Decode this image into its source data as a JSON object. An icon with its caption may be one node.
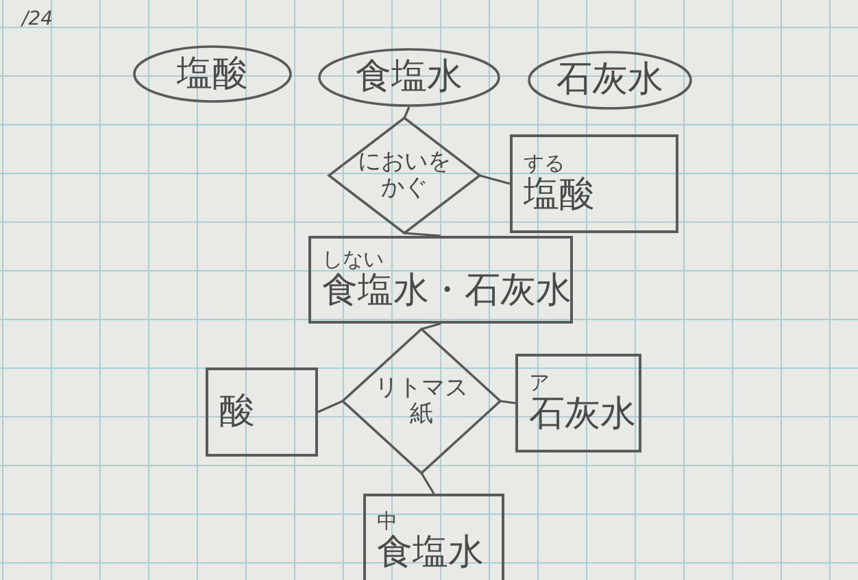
{
  "diagram": {
    "nodes": [
      {
        "text": [
          "塩酸"
        ]
      },
      {
        "text": [
          "食塩水"
        ]
      },
      {
        "text": [
          "石灰水"
        ]
      },
      {
        "text": [
          "においをかぐ"
        ]
      },
      {
        "text": [
          "する",
          "塩酸"
        ]
      },
      {
        "text": [
          "しない",
          "食塩水・石灰水"
        ]
      },
      {
        "text": [
          "リトマス紙"
        ]
      },
      {
        "text": [
          "酸"
        ]
      },
      {
        "text": [
          "ア",
          "石灰水"
        ]
      },
      {
        "text": [
          "中",
          "食塩水"
        ]
      }
    ],
    "edges": [
      {
        "from": 1,
        "to": 3,
        "arrow": "none"
      },
      {
        "from": 3,
        "to": 4,
        "arrow": "none"
      },
      {
        "from": 3,
        "to": 5,
        "arrow": "none"
      },
      {
        "from": 5,
        "to": 6,
        "arrow": "none"
      },
      {
        "from": 6,
        "to": 7,
        "arrow": "none"
      },
      {
        "from": 6,
        "to": 8,
        "arrow": "none"
      },
      {
        "from": 6,
        "to": 9,
        "arrow": "none"
      }
    ],
    "labels": [
      "/24"
    ]
  }
}
